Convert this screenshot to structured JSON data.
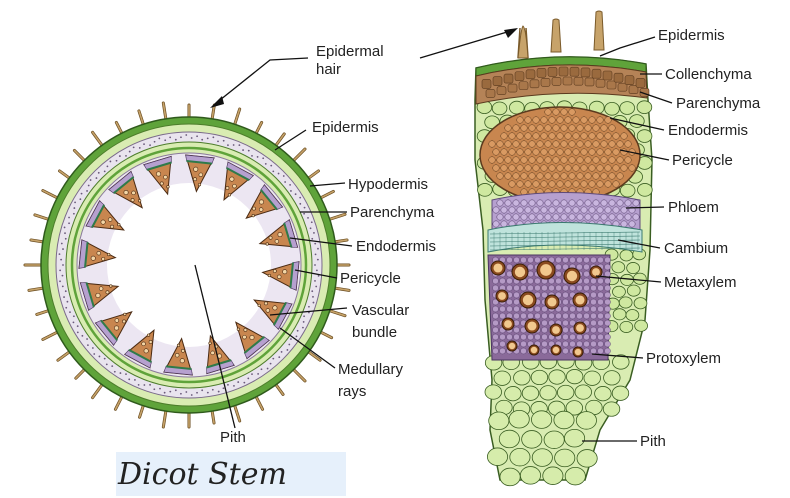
{
  "labels": {
    "epidermal_hair": [
      "Epidermal",
      "hair"
    ],
    "epidermis_left": "Epidermis",
    "hypodermis": "Hypodermis",
    "parenchyma_left": "Parenchyma",
    "endodermis_left": "Endodermis",
    "pericycle_left": "Pericycle",
    "vascular_bundle": [
      "Vascular",
      "bundle"
    ],
    "medullary_rays": [
      "Medullary",
      "rays"
    ],
    "pith_left": "Pith",
    "epidermis_right": "Epidermis",
    "collenchyma": "Collenchyma",
    "parenchyma_right": "Parenchyma",
    "endodermis_right": "Endodermis",
    "pericycle_right": "Pericycle",
    "phloem": "Phloem",
    "cambium": "Cambium",
    "metaxylem": "Metaxylem",
    "protoxylem": "Protoxylem",
    "pith_right": "Pith"
  },
  "caption": "Dicot Stem",
  "colors": {
    "epidermis": "#5fa33a",
    "cortex": "#d9ecb2",
    "hypodermis": "#e9e4ee",
    "bundle": "#c8864f",
    "phloem": "#b6a0cf",
    "cambium": "#bfe3dc",
    "collenchyma": "#b58357",
    "xylem_bg": "#8a6a9a",
    "pith": "#e2f0c2",
    "hair": "#c7a36a"
  }
}
